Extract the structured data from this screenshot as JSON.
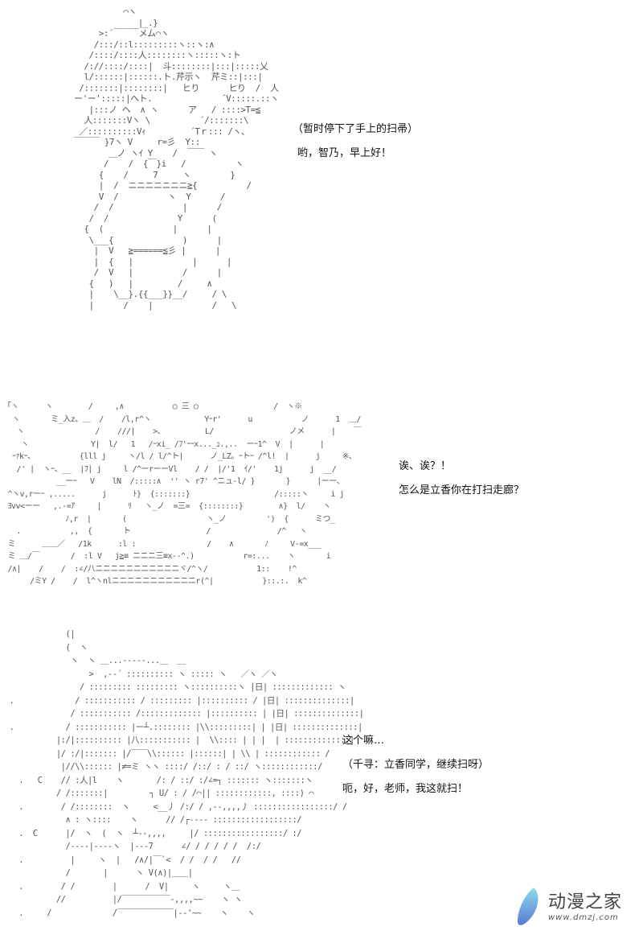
{
  "panels": [
    {
      "id": "panel-1",
      "art": "           ⌒ヽ\n              |_.}\n      >:´￣￣￣メム⌒ヽ\n     /:::/::l:::::::::ヽ::ヽ:∧\n    /::::/::::人::::::::ヽ:::::ヽ:ト\n   /://::::/::::|  斗::::::::|:::|:::::乂\n   l/::::::|::::::.ト.芹示ヽ  芹ミ::|:::|\n  /:::::::|::::::::|   ヒり      ヒり  /  人\n ー'ー':::::|ヘト.              ´V:::::.::ヽ\n    |:::ノ ヘ  ∧ ヽ      ア   / ::::>T=≦\n   人:::::::Vヽ \\          ´/:::::::\\\n  ／::::::::::Vｨ         ´Tｒ::: /ヽ、\n ￣￣￣ }7ヽ V     r=彡  Y::\n        ＿ノ ヽｲ Y    /  ￣￣ ヽ\n       /    /  {￣}i   /          ヽ\n      {    /     7     ヽ        }\n      |  /  ニニニニニニニ≧{          /\n      V  /          ヽ  Y      /\n     /  /              |      /\n    /  /              Y      (\n   {  (              |      |\n    \\___{              )      |\n     |  V   ≧======≦彡 |      |\n     |  {   |            |      |\n     /  V   |          /      |\n    {   )   |         /     ∧\n    |    \\__}.{{___}}__/     / \\\n    |      /    |            /   \\",
      "dialogue": [
        "（暂时停下了手上的扫帚）",
        "哟，智乃，早上好！"
      ]
    },
    {
      "id": "panel-2",
      "art": "「ヽ      ヽ        /     ,∧           ○ 三 ○                 /  ヽ※\n  ヽ       ミ_入z、＿  /    /l,r^ヽ            Yｰr'      u           ノ      1  ＿/\n   ヽ                /    ///|    >、         L/                 ノメ      |    ￣\n    ヽ              Y|  l/   1   /ｰxi_ /ﾌ'ｰｰx..._ｭ.,..  ーｰ1^  V  |      |\n  ｰｧkｰ、          {lll j     ヽ/l / l/^ト|      ノ_LZ。ｰトｰ /^l!  |      j     ※、\n   /' |  ヽｰ、__  |ﾌ| j     l /^ーrーーVl    / /  |/'1  ｲ/'    1j      j  __/\n            __ーｰ   V    lN  /:::::∧  '' ヽ r7' ^ニュ-l/ }       }      |ーー、\n ^ヽv,rーｰ ,.....      j      ﾄ}  {:::::::}                   /:::::ヽ     i j\n ﾖvv<ーー   ,.-=ｱ     |      ﾘ   ヽ_ノ  =三=  {::::::::}        ∧}  l/    ヽ\n              ﾉ,r  |       (                  ヽ_ノ         ')  {      ミつ_\n   .           ,,  {       ト                 /               /^   ヽ\n ミ      ＿＿／   /1k      :l :                /    ∧       ﾉ     V-=x___\n ミ ＿/￣       /  :l V   j≧≡ ニニニ三≡x--^.)           r=:...    ヽ       i\n /∧|    /    /  :∠/八ニニニニニニニニニニニヾ/^ヽ/           1::    !^\n      /ミY /    /  l^ヽnlニニニニニニニニニニニr(^|           }::.:.  k^",
      "dialogue": [
        "诶、诶？！",
        "怎么是立香你在打扫走廊？"
      ]
    },
    {
      "id": "panel-3",
      "art": "              (|\n              (  ヽ\n               ヽ  ヽ ＿...-‐‐‐-...＿  ＿\n                   >  ,-‐´ :::::::::: ヽ ::::: ヽ   ／ヽ ／ヽ\n                 / ::::::::: ::::::::: ヽ::::::::::ヽ |日| ::::::::::::: ヽ\n  .             / ::::::::::: / ::::::::: |:::::::::: / |日| ::::::::::::::|\n               / ::::::::::: /::::::::::::: |:::::::::: | |日| ::::::::::::::|\n  .           / ::::::::::: |ー┴.:::::::: |\\\\:::::::::| | |日| ::::::::::::::|\n            |:/|:::::::::: |八::::::::::: |  \\\\:::: | | |  | ::::::::::::::|\n            |/ :/|::::::: |/￣￣\\\\:::::: |::::::| | \\\\ | :::::::::::: /\n             |//\\\\:::::: |≠=ミ ヽヽ ::::/ /::/ : / ::/ ヽ::::::::::::/\n    .   C    // :人|l    ヽ       /: / ::/ :/∠=┐ ::::::: ヽ:::::::ヽ\n            / /:::::::|         ┐ U/ : / /⌒|| ::::::::::::, ::::) ⌒\n    .        / /::::::::  ヽ     <__丿 /:/ / ,--,,,,丿 :::::::::::::::::/ /\n              ∧ : ヽ::::    ヽ      // /┌‐‐‐‐ ::::::::::::::::::/ \n    .  C      |/  ヽ  (  ヽ  ┴‐-,,,,     |/ :::::::::::::::::/ :/\n              /‐‐‐‐|‐‐‐‐ヽ  |‐‐‐7      ∠/ / / / / /  /:/\n    .          |     ヽ  |   /∧/|￣`<  / /  / /   //\n              /       |      ヽ V(∧)|＿＿|\n    .        / /        |      /  V|     ヽ     ヽ＿\n            //          |/￣￣￣￣￣￣‐,,,,~~    ヽ ヽ\n    .     /             /￣￣￣￣￣￣￣|‐‐'~~    ヽ    ヽ",
      "dialogue": [
        "这个嘛…",
        "（千寻：立香同学，继续扫呀）",
        "呃，好，老师，我这就扫！"
      ]
    }
  ],
  "watermark": {
    "brand_cn": "动漫之家",
    "url": "www.dmzj.com",
    "colors": {
      "leaf_top": "#7fd3e6",
      "leaf_bottom": "#5b7fd6"
    }
  }
}
